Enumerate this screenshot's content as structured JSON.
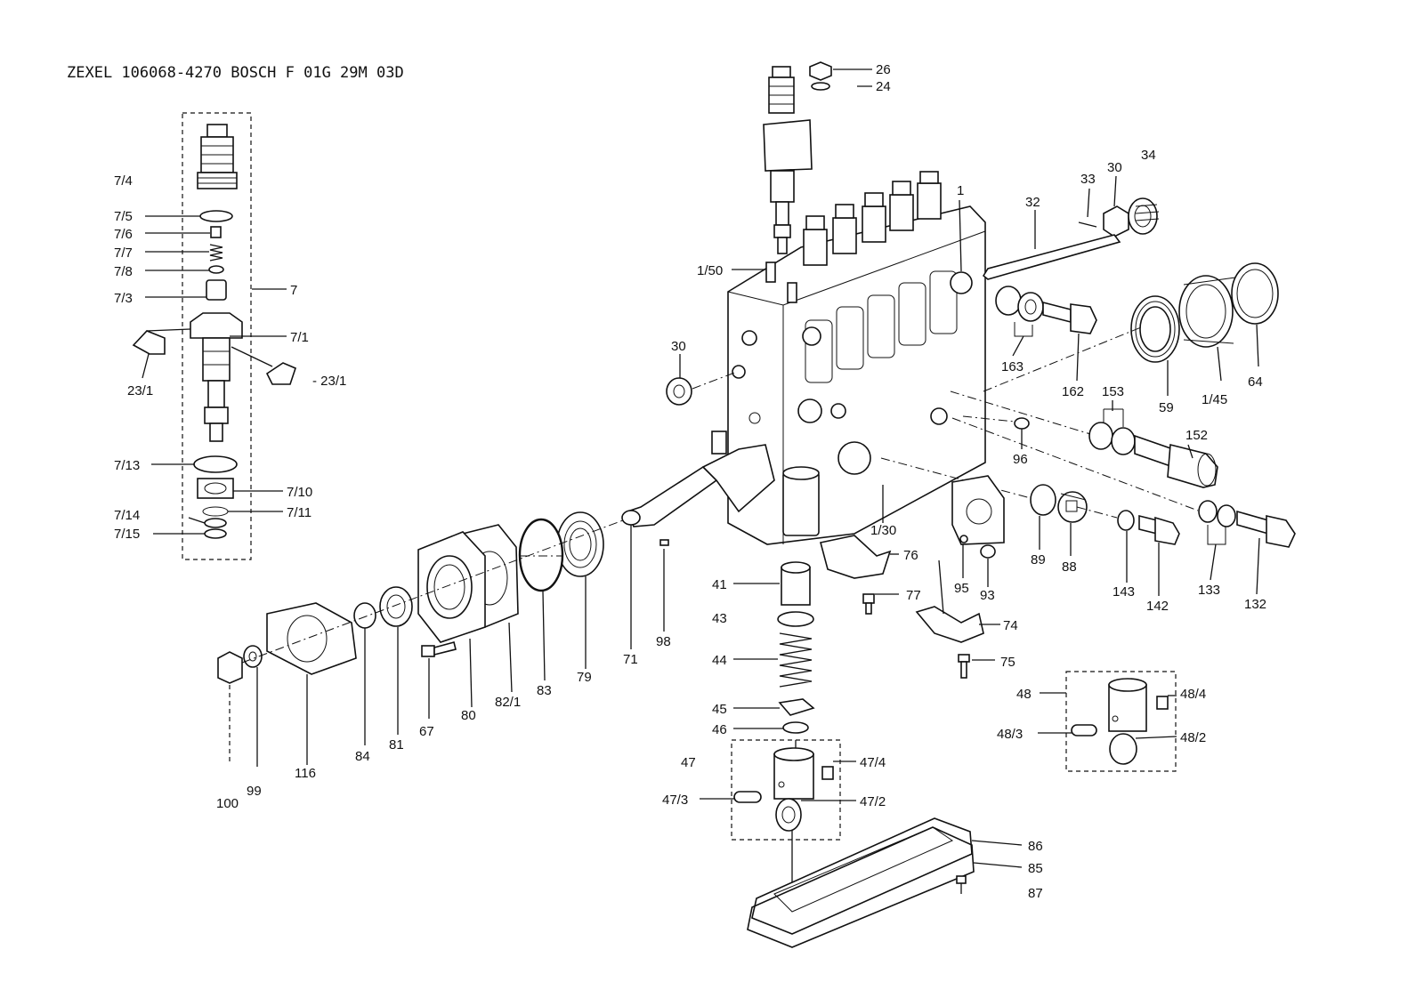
{
  "title": "ZEXEL 106068-4270  BOSCH F 01G 29M 03D",
  "labels": {
    "l26": "26",
    "l24": "24",
    "l34": "34",
    "l33": "33",
    "l30a": "30",
    "l32": "32",
    "l1": "1",
    "l150": "1/50",
    "l30b": "30",
    "l163": "163",
    "l162": "162",
    "l59": "59",
    "l145": "1/45",
    "l64": "64",
    "l153": "153",
    "l96": "96",
    "l152": "152",
    "l130": "1/30",
    "l76": "76",
    "l89": "89",
    "l88": "88",
    "l143": "143",
    "l142": "142",
    "l133": "133",
    "l132": "132",
    "l95": "95",
    "l93": "93",
    "l41": "41",
    "l43": "43",
    "l77": "77",
    "l74": "74",
    "l75": "75",
    "l44": "44",
    "l45": "45",
    "l46": "46",
    "l47": "47",
    "l474": "47/4",
    "l473": "47/3",
    "l472": "47/2",
    "l48": "48",
    "l484": "48/4",
    "l483": "48/3",
    "l482": "48/2",
    "l86": "86",
    "l85": "85",
    "l87": "87",
    "l74s": "7/4",
    "l75s": "7/5",
    "l76s": "7/6",
    "l77s": "7/7",
    "l78s": "7/8",
    "l73s": "7/3",
    "l7": "7",
    "l71s": "7/1",
    "l231a": "23/1",
    "l231b": "- 23/1",
    "l713": "7/13",
    "l710": "7/10",
    "l711": "7/11",
    "l714": "7/14",
    "l715": "7/15",
    "l71": "71",
    "l98": "98",
    "l79": "79",
    "l83": "83",
    "l821": "82/1",
    "l80": "80",
    "l67": "67",
    "l81": "81",
    "l84": "84",
    "l116": "116",
    "l99": "99",
    "l100": "100"
  }
}
